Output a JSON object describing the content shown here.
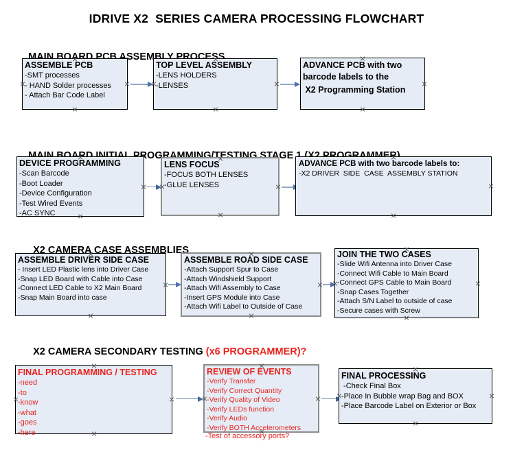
{
  "title": "IDRIVE X2  SERIES CAMERA PROCESSING FLOWCHART",
  "colors": {
    "box_fill": "#e6ecf5",
    "box_border": "#000000",
    "box_border_selected": "#8c8c8c",
    "text": "#000000",
    "accent_red": "#e8241f",
    "arrow_line": "#93a9c4",
    "arrow_head": "#4d72ad"
  },
  "sections": [
    {
      "id": "main-board-pcb-assembly",
      "heading": "MAIN BOARD PCB ASSEMBLY PROCESS",
      "heading_accent": "",
      "boxes": [
        {
          "id": "assemble-pcb",
          "title": "ASSEMBLE PCB",
          "lines": [
            "-SMT processes",
            "- HAND Solder processes",
            "- Attach Bar Code Label"
          ]
        },
        {
          "id": "top-level-assembly",
          "title": "TOP LEVEL ASSEMBLY",
          "lines": [
            "-LENS HOLDERS",
            "-LENSES"
          ]
        },
        {
          "id": "advance-pcb-to-programming-station",
          "title": "ADVANCE PCB with two",
          "lines": [
            "barcode labels to the",
            " X2 Programming Station"
          ]
        }
      ]
    },
    {
      "id": "main-board-initial-programming",
      "heading": "MAIN BOARD INITIAL PROGRAMMING/TESTING STAGE 1 (X2 PROGRAMMER)",
      "heading_accent": "",
      "boxes": [
        {
          "id": "device-programming",
          "title": "DEVICE PROGRAMMING",
          "lines": [
            "-Scan Barcode",
            "-Boot Loader",
            "-Device Configuration",
            "-Test Wired Events",
            "-AC SYNC"
          ]
        },
        {
          "id": "lens-focus",
          "title": "LENS FOCUS",
          "lines": [
            "-FOCUS BOTH LENSES",
            "-GLUE LENSES"
          ]
        },
        {
          "id": "advance-pcb-to-driver-side-case",
          "title": "ADVANCE PCB with two barcode labels to:",
          "lines": [
            "-X2 DRIVER  SIDE  CASE  ASSEMBLY STATION"
          ]
        }
      ]
    },
    {
      "id": "x2-camera-case-assemblies",
      "heading": "X2 CAMERA CASE ASSEMBLIES",
      "heading_accent": "",
      "boxes": [
        {
          "id": "assemble-driver-side-case",
          "title": "ASSEMBLE DRIVER SIDE CASE",
          "lines": [
            "- Insert LED Plastic lens into Driver Case",
            "-Snap LED Board with Cable into Case",
            "-Connect LED Cable to X2 Main Board",
            "-Snap Main Board into case"
          ]
        },
        {
          "id": "assemble-road-side-case",
          "title": "ASSEMBLE ROAD SIDE CASE",
          "lines": [
            "-Attach Support Spur to Case",
            "-Attach Windshield Support",
            "-Attach Wifi Assembly to Case",
            "-Insert GPS Module into Case",
            "-Attach Wifi Label to Outside of Case"
          ]
        },
        {
          "id": "join-the-two-cases",
          "title": "JOIN THE TWO CASES",
          "lines": [
            "-Slide Wifi Antenna into Driver Case",
            "-Connect Wifi Cable to Main Board",
            "-Connect GPS Cable to Main Board",
            "-Snap Cases Together",
            "-Attach S/N Label to outside of case",
            "-Secure cases with Screw"
          ]
        }
      ]
    },
    {
      "id": "x2-camera-secondary-testing",
      "heading": "X2 CAMERA SECONDARY TESTING ",
      "heading_accent": "(x6 PROGRAMMER)?",
      "boxes": [
        {
          "id": "final-programming-testing",
          "title": "FINAL PROGRAMMING / TESTING",
          "lines": [
            "-need",
            "-to",
            "-know",
            "-what",
            "-goes",
            "-here"
          ]
        },
        {
          "id": "review-of-events",
          "title": "REVIEW OF EVENTS",
          "lines": [
            "-Verify Transfer",
            "-Verify Correct Quantity",
            "-Verify Quality of Video",
            "-Verify LEDs function",
            "-Verify Audio",
            "-Verify BOTH Accelerometers"
          ],
          "overflow_line": "-Test of accessory ports?"
        },
        {
          "id": "final-processing",
          "title": "FINAL PROCESSING",
          "lines": [
            " -Check Final Box",
            "-Place In Bubble wrap Bag and BOX",
            "-Place Barcode Label on Exterior or Box"
          ]
        }
      ]
    }
  ]
}
